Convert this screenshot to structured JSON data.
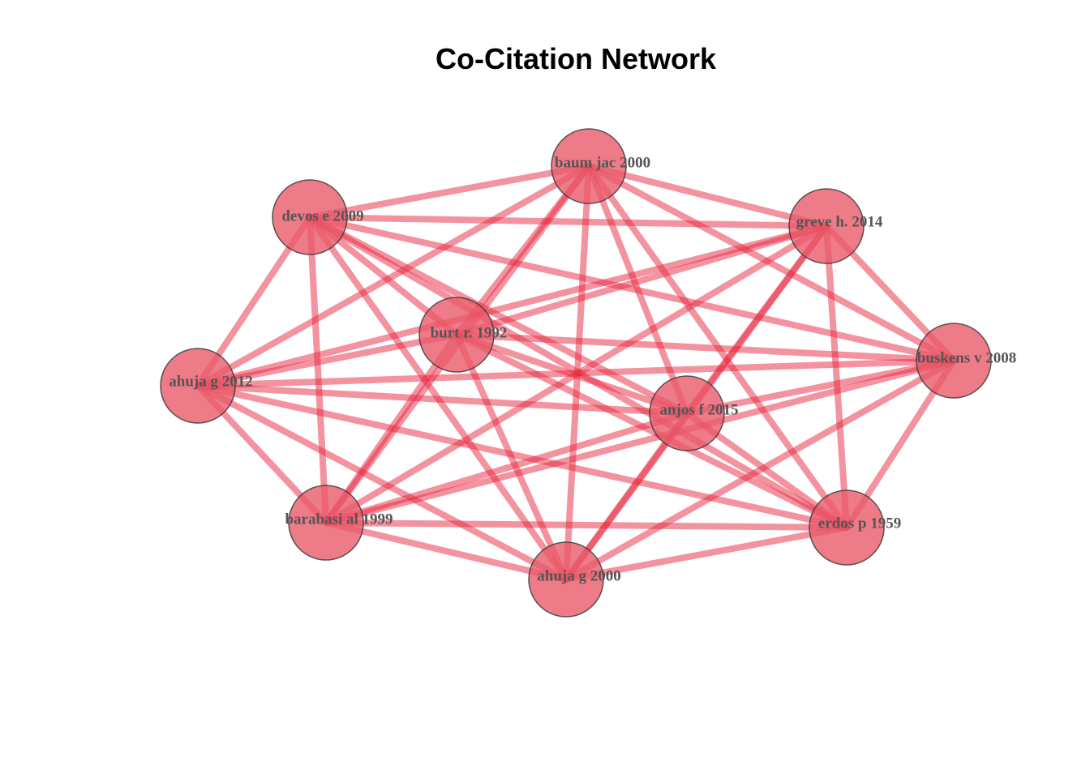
{
  "title": "Co-Citation Network",
  "colors": {
    "edge": "#e8283f",
    "node_fill": "#ea5a6a",
    "node_stroke": "#333333",
    "label": "#555555"
  },
  "nodes": [
    {
      "id": "baum",
      "label": "baum jac 2000"
    },
    {
      "id": "devos",
      "label": "devos e 2009"
    },
    {
      "id": "greve",
      "label": "greve h. 2014"
    },
    {
      "id": "burt",
      "label": "burt r. 1992"
    },
    {
      "id": "buskens",
      "label": "buskens v 2008"
    },
    {
      "id": "ahuja2012",
      "label": "ahuja g 2012"
    },
    {
      "id": "anjos",
      "label": "anjos f 2015"
    },
    {
      "id": "barabasi",
      "label": "barabasi al 1999"
    },
    {
      "id": "erdos",
      "label": "erdos p 1959"
    },
    {
      "id": "ahuja2000",
      "label": "ahuja g 2000"
    }
  ],
  "edges": "complete-graph"
}
